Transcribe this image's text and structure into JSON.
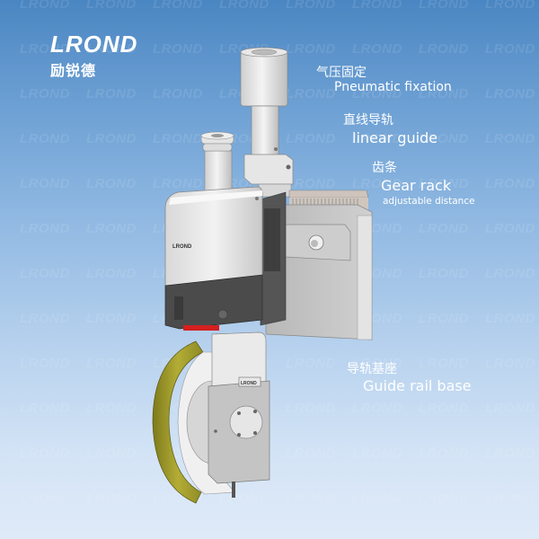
{
  "brand": {
    "name_en": "LROND",
    "name_cn": "励锐德"
  },
  "watermark": {
    "text": "LROND"
  },
  "callouts": [
    {
      "id": "pneumatic",
      "cn": "气压固定",
      "en": "Pneumatic fixation"
    },
    {
      "id": "linear",
      "cn": "直线导轨",
      "en": "linear guide"
    },
    {
      "id": "gear",
      "cn": "齿条",
      "en": "Gear rack",
      "sub": "adjustable distance"
    },
    {
      "id": "base",
      "cn": "导轨基座",
      "en": "Guide rail base"
    }
  ],
  "product": {
    "housing_label": "LROND",
    "wheel_housing_label": "LROND"
  },
  "colors": {
    "sky_top": "#4a86c2",
    "sky_bottom": "#dfeaf8",
    "wheel": "#a8a630",
    "accent_red": "#d42020",
    "dark_block": "#4a4a4a"
  }
}
